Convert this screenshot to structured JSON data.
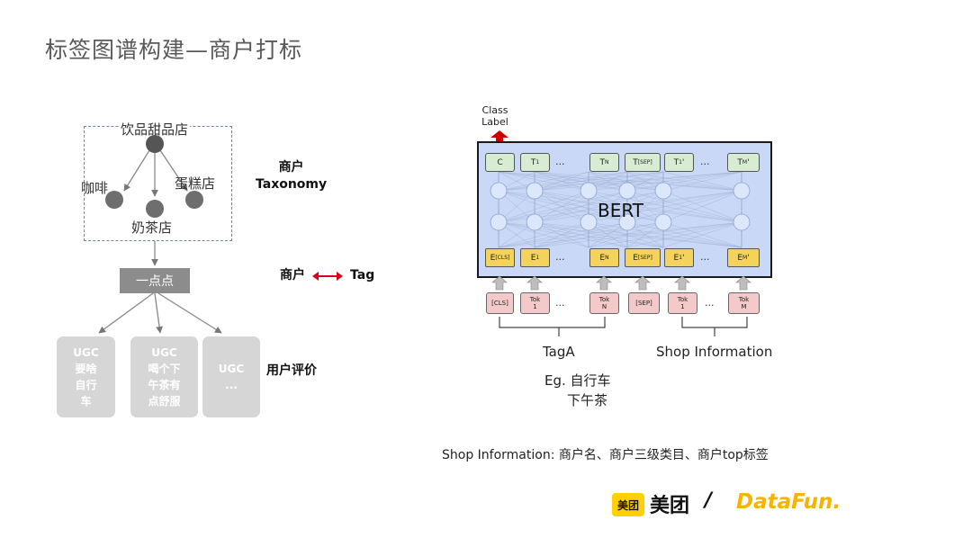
{
  "title": "标签图谱构建—商户打标",
  "taxonomy": {
    "root": "饮品甜品店",
    "children": [
      "咖啡",
      "奶茶店",
      "蛋糕店"
    ],
    "label": "商户\nTaxonomy"
  },
  "merchant": {
    "name": "一点点",
    "relation_left": "商户",
    "relation_right": "Tag"
  },
  "ugc": {
    "cards": [
      {
        "title": "UGC",
        "lines": [
          "要啥",
          "自行",
          "车"
        ]
      },
      {
        "title": "UGC",
        "lines": [
          "喝个下",
          "午茶有",
          "点舒服"
        ]
      },
      {
        "title": "UGC",
        "lines": [
          "..."
        ]
      }
    ],
    "label": "用户评价"
  },
  "bert": {
    "class_label": [
      "Class",
      "Label"
    ],
    "name": "BERT",
    "t_tokens": [
      "C",
      "T1",
      "...",
      "TN",
      "T[SEP]",
      "T1'",
      "...",
      "TM'"
    ],
    "e_tokens": [
      "E[CLS]",
      "E1",
      "...",
      "EN",
      "E[SEP]",
      "E1'",
      "...",
      "EM'"
    ],
    "input_tokens": [
      "[CLS]",
      "Tok 1",
      "...",
      "Tok N",
      "[SEP]",
      "Tok 1",
      "...",
      "Tok M"
    ],
    "group_left": "TagA",
    "group_right": "Shop Information",
    "example_prefix": "Eg. 自行车",
    "example_second": "下午茶"
  },
  "footnote": "Shop Information: 商户名、商户三级类目、商户top标签",
  "logos": {
    "meituan_badge": "美团",
    "meituan_text": "美团",
    "separator": "/",
    "datafun": "DataFun."
  },
  "colors": {
    "relation_arrow": "#d6001c",
    "class_arrow": "#cc0000",
    "bert_bg": "#c9d8f6",
    "e_box": "#f3d35c",
    "t_box": "#d7ecd2",
    "tok_box": "#f4c9c9",
    "ugc_card": "#d6d6d6",
    "meituan_yellow": "#ffd100",
    "datafun_yellow": "#f5b400"
  }
}
